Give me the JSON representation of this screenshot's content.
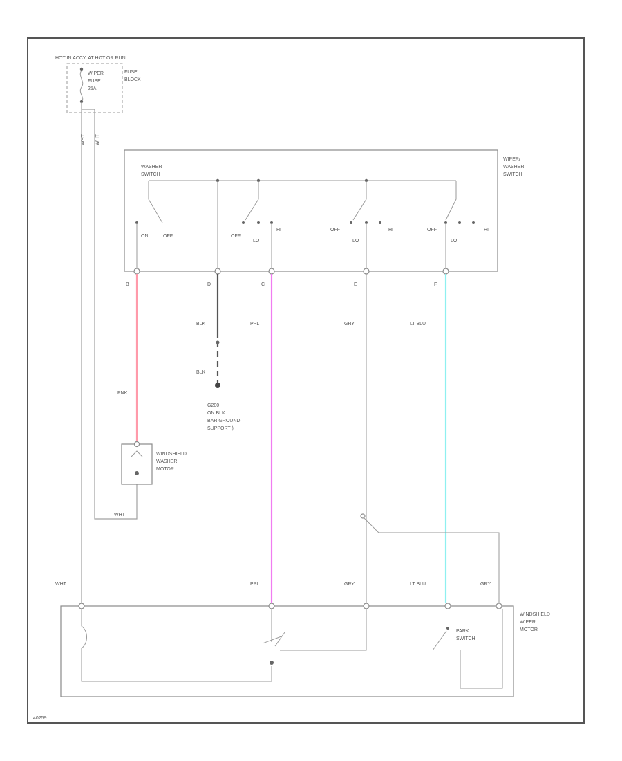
{
  "fuse_block": {
    "power_label": "HOT IN ACCY, AT HOT OR RUN",
    "fuse_name": "WIPER",
    "fuse_type": "FUSE",
    "fuse_rating": "25A",
    "block_label_1": "FUSE",
    "block_label_2": "BLOCK",
    "wire_left": "WHT",
    "wire_right": "WHT"
  },
  "switch": {
    "label_1": "WIPER/",
    "label_2": "WASHER",
    "label_3": "SWITCH",
    "washer_label_1": "WASHER",
    "washer_label_2": "SWITCH",
    "positions": {
      "on": "ON",
      "off_1": "OFF",
      "off_2": "OFF",
      "lo_2": "LO",
      "hi_2": "HI",
      "off_3": "OFF",
      "lo_3": "LO",
      "hi_3": "HI",
      "off_4": "OFF",
      "lo_4": "LO",
      "hi_4": "HI"
    },
    "pins": {
      "b": "B",
      "d": "D",
      "c": "C",
      "e": "E",
      "f": "F"
    }
  },
  "wires": {
    "pnk": "PNK",
    "blk_1": "BLK",
    "blk_2": "BLK",
    "ppl": "PPL",
    "gry": "GRY",
    "lt_blu": "LT BLU",
    "wht_bottom": "WHT",
    "wht_motor": "WHT",
    "ppl_motor": "PPL",
    "gry_motor_1": "GRY",
    "lt_blu_motor": "LT BLU",
    "gry_motor_2": "GRY"
  },
  "ground": {
    "line_1": "G200",
    "line_2": "ON BLK",
    "line_3": "BAR GROUND",
    "line_4": "SUPPORT )"
  },
  "washer_motor": {
    "line_1": "WINDSHIELD",
    "line_2": "WASHER",
    "line_3": "MOTOR"
  },
  "wiper_motor": {
    "line_1": "WINDSHIELD",
    "line_2": "WIPER",
    "line_3": "MOTOR",
    "park_1": "PARK",
    "park_2": "SWITCH"
  },
  "figure_id": "40259",
  "colors": {
    "pnk_wire": "#ff9aaa",
    "ppl_wire": "#f07cf0",
    "lt_blu_wire": "#8ef0f0",
    "gry_wire": "#c8c8c8"
  }
}
